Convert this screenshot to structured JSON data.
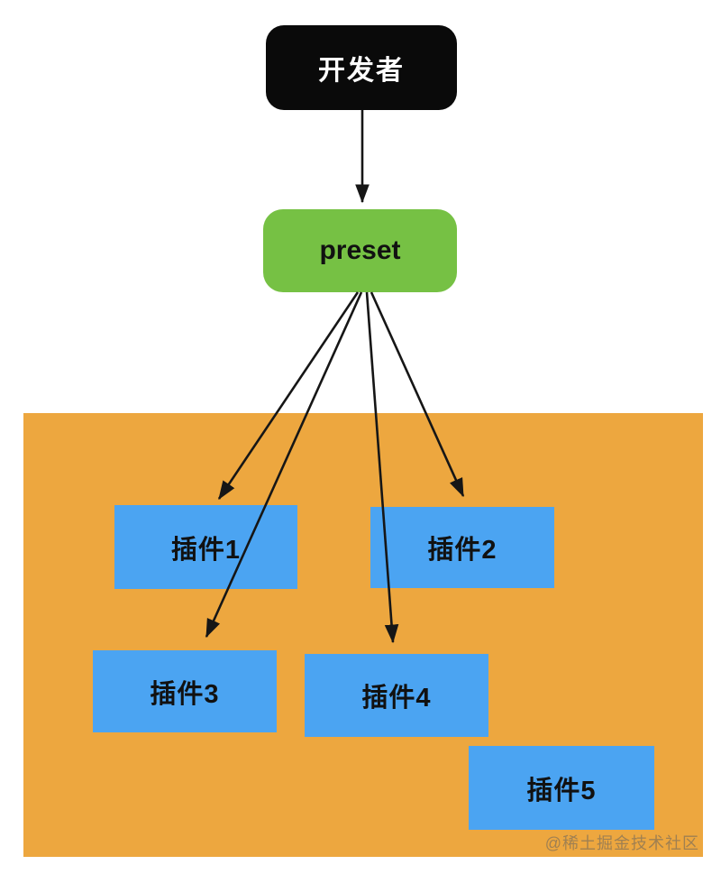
{
  "diagram": {
    "nodes": {
      "developer": {
        "label": "开发者"
      },
      "preset": {
        "label": "preset"
      },
      "plugin1": {
        "label": "插件1"
      },
      "plugin2": {
        "label": "插件2"
      },
      "plugin3": {
        "label": "插件3"
      },
      "plugin4": {
        "label": "插件4"
      },
      "plugin5": {
        "label": "插件5"
      }
    },
    "edges": [
      {
        "from": "developer",
        "to": "preset"
      },
      {
        "from": "preset",
        "to": "plugin1"
      },
      {
        "from": "preset",
        "to": "plugin2"
      },
      {
        "from": "preset",
        "to": "plugin3"
      },
      {
        "from": "preset",
        "to": "plugin4"
      }
    ],
    "colors": {
      "canvas_bg": "#ffffff",
      "developer_bg": "#0a0a0a",
      "developer_text": "#ffffff",
      "preset_bg": "#76c144",
      "plugin_bg": "#4ba4f2",
      "panel_bg": "#eda73f",
      "arrow": "#161616",
      "watermark_color": "rgba(96,96,96,0.55)"
    }
  },
  "watermark": {
    "text": "@稀土掘金技术社区"
  }
}
